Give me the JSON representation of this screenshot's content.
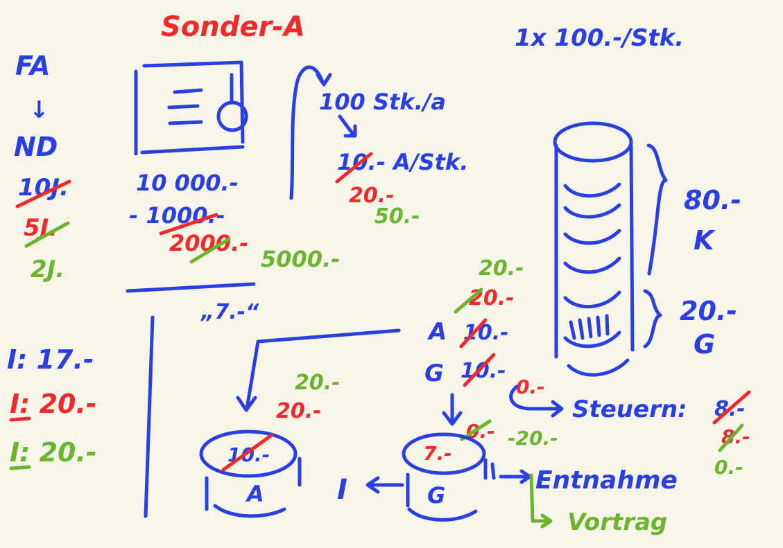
{
  "colors": {
    "background": "#f7f4ea",
    "blue": "#2a3fe0",
    "red": "#ee2a2a",
    "green": "#6bb42e"
  },
  "title": "Sonder-A",
  "unit_price": "1x 100.-/Stk.",
  "left": {
    "fa": "FA",
    "arrow": "↓",
    "nd": "ND",
    "nd_10": "10J.",
    "nd_5": "5J.",
    "nd_2": "2J."
  },
  "cost": {
    "v1": "10 000.-",
    "v2": "- 1000.-",
    "v3": "2000.-",
    "v4": "5000.-"
  },
  "units": {
    "q1": "100 Stk./a",
    "q2": "10.- A/Stk.",
    "q3": "20.-",
    "q4": "50.-"
  },
  "quote": "„7.-“",
  "stack": {
    "k_val": "80.-",
    "k_label": "K",
    "g_val": "20.-",
    "g_label": "G"
  },
  "mid": {
    "v_green": "20.-",
    "v_red": "20.-",
    "a_label": "A",
    "a_val": "10.-",
    "g_label": "G",
    "g_val": "10.-",
    "zero": "0.-"
  },
  "tax": {
    "label": "Steuern:",
    "v1": "8.-",
    "v2": "8.-",
    "v3": "0.-"
  },
  "income": {
    "i1": "I: 17.-",
    "i2": "I: 20.-",
    "i3": "I: 20.-"
  },
  "pot_a": {
    "v_green": "20.-",
    "v_red": "20.-",
    "inner": "10.-",
    "label": "A"
  },
  "pot_g": {
    "inner": "7.-",
    "zero": "0.-",
    "minus": "-20.-",
    "label": "G",
    "i_label": "I"
  },
  "outflow": {
    "entnahme": "Entnahme",
    "vortrag": "Vortrag"
  }
}
